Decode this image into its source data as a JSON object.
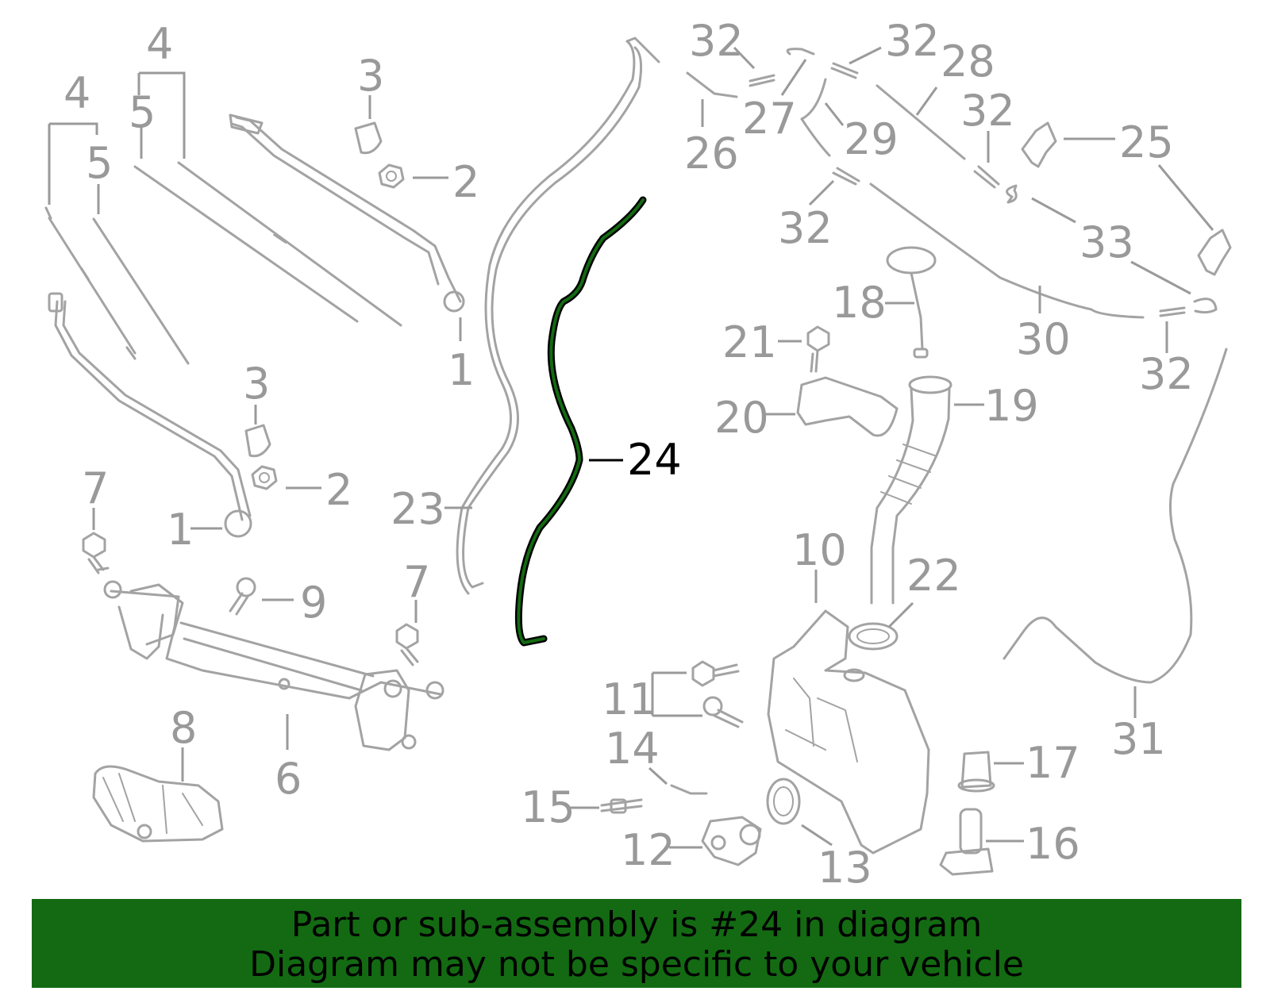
{
  "callouts": {
    "c1a": "1",
    "c1b": "1",
    "c2a": "2",
    "c2b": "2",
    "c3a": "3",
    "c3b": "3",
    "c4a": "4",
    "c4b": "4",
    "c5a": "5",
    "c5b": "5",
    "c6": "6",
    "c7a": "7",
    "c7b": "7",
    "c8": "8",
    "c9": "9",
    "c10": "10",
    "c11": "11",
    "c12": "12",
    "c13": "13",
    "c14": "14",
    "c15": "15",
    "c16": "16",
    "c17": "17",
    "c18": "18",
    "c19": "19",
    "c20": "20",
    "c21": "21",
    "c22": "22",
    "c23": "23",
    "c24": "24",
    "c25": "25",
    "c26": "26",
    "c27": "27",
    "c28": "28",
    "c29": "29",
    "c30": "30",
    "c31": "31",
    "c32a": "32",
    "c32b": "32",
    "c32c": "32",
    "c32d": "32",
    "c32e": "32",
    "c33": "33"
  },
  "highlight": {
    "part_number": "24",
    "color": "#136a12"
  },
  "banner": {
    "line1": "Part or sub-assembly is #24 in diagram",
    "line2": "Diagram may not be specific to your vehicle"
  }
}
